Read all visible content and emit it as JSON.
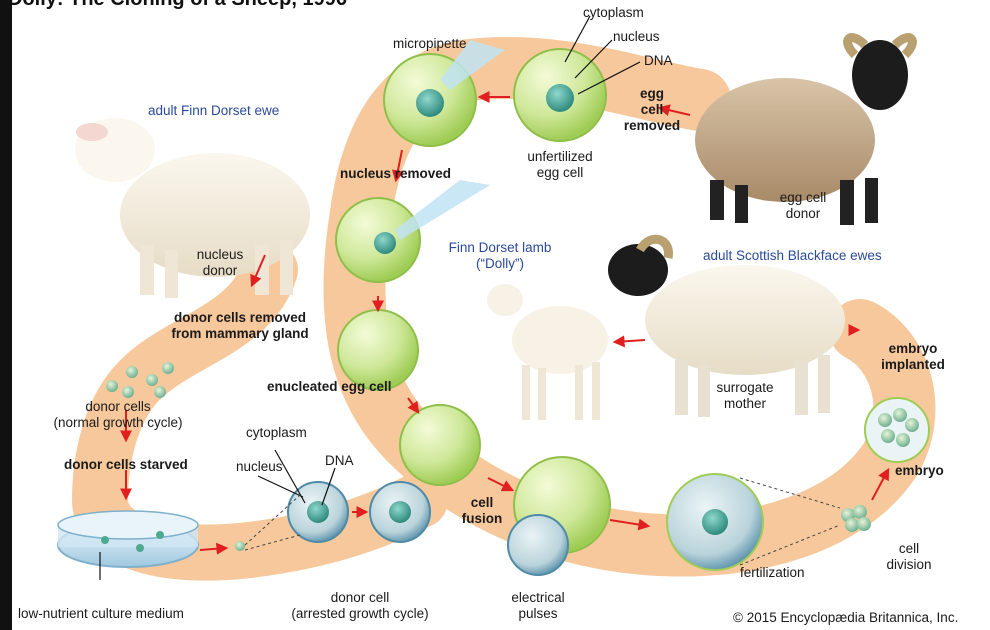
{
  "title": "Dolly: The Cloning of a Sheep, 1996",
  "labels": {
    "cytoplasm_top": "cytoplasm",
    "nucleus_top": "nucleus",
    "dna_top": "DNA",
    "micropipette": "micropipette",
    "egg_cell_removed": "egg\ncell\nremoved",
    "unfertilized_egg_cell": "unfertilized\negg cell",
    "adult_finn_dorset_ewe": "adult Finn Dorset ewe",
    "nucleus_removed": "nucleus removed",
    "egg_cell_donor": "egg cell\ndonor",
    "nucleus_donor": "nucleus\ndonor",
    "finn_dorset_lamb": "Finn Dorset lamb\n(“Dolly”)",
    "adult_scottish_blackface_ewes": "adult Scottish Blackface ewes",
    "donor_cells_removed": "donor cells removed\nfrom mammary gland",
    "enucleated_egg_cell": "enucleated egg cell",
    "embryo_implanted": "embryo\nimplanted",
    "surrogate_mother": "surrogate\nmother",
    "donor_cells_normal": "donor cells\n(normal growth cycle)",
    "cytoplasm_bottom": "cytoplasm",
    "nucleus_bottom": "nucleus",
    "dna_bottom": "DNA",
    "donor_cells_starved": "donor cells starved",
    "cell_fusion": "cell\nfusion",
    "embryo": "embryo",
    "cell_division": "cell\ndivision",
    "fertilization": "fertilization",
    "low_nutrient_culture_medium": "low-nutrient culture medium",
    "donor_cell_arrested": "donor cell\n(arrested growth cycle)",
    "electrical_pulses": "electrical\npulses",
    "copyright": "© 2015 Encyclopædia Britannica, Inc."
  },
  "colors": {
    "pathway": "#f7c89b",
    "arrow": "#e02020",
    "cell_green": "#cfe89a",
    "cell_green_dark": "#a8d060",
    "nucleus_teal": "#3fa898",
    "dolly_label_blue": "#2a4a9a"
  }
}
